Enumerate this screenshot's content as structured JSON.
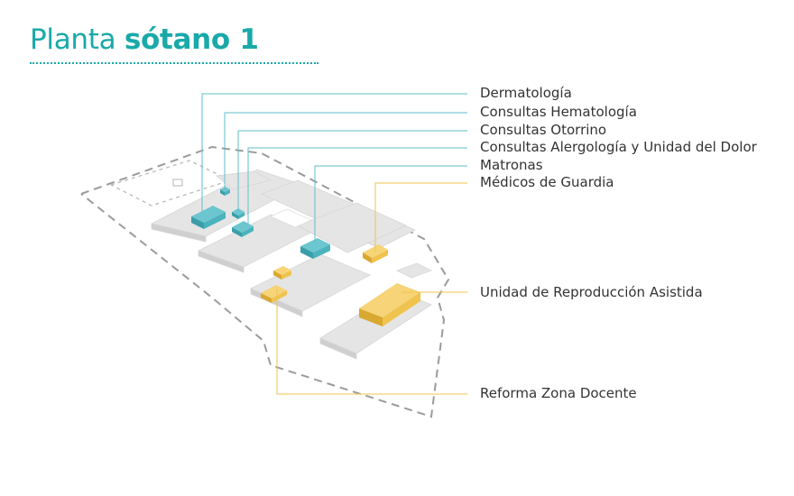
{
  "title": {
    "light": "Planta",
    "bold": "sótano 1"
  },
  "colors": {
    "accent": "#1aa9a9",
    "teal": "#4ab3bd",
    "yellow": "#f0c34e",
    "floor": "#e3e3e3",
    "dashed": "#9b9b9b"
  },
  "labels": [
    {
      "id": "dermatologia",
      "text": "Dermatología",
      "group": "teal"
    },
    {
      "id": "hematologia",
      "text": "Consultas Hematología",
      "group": "teal"
    },
    {
      "id": "otorrino",
      "text": "Consultas Otorrino",
      "group": "teal"
    },
    {
      "id": "alergologia",
      "text": "Consultas Alergología y Unidad del Dolor",
      "group": "teal"
    },
    {
      "id": "matronas",
      "text": "Matronas",
      "group": "teal"
    },
    {
      "id": "medicos-guardia",
      "text": "Médicos de Guardia",
      "group": "yellow"
    },
    {
      "id": "reproduccion",
      "text": "Unidad de Reproducción Asistida",
      "group": "yellow"
    },
    {
      "id": "docente",
      "text": "Reforma Zona Docente",
      "group": "yellow"
    }
  ]
}
